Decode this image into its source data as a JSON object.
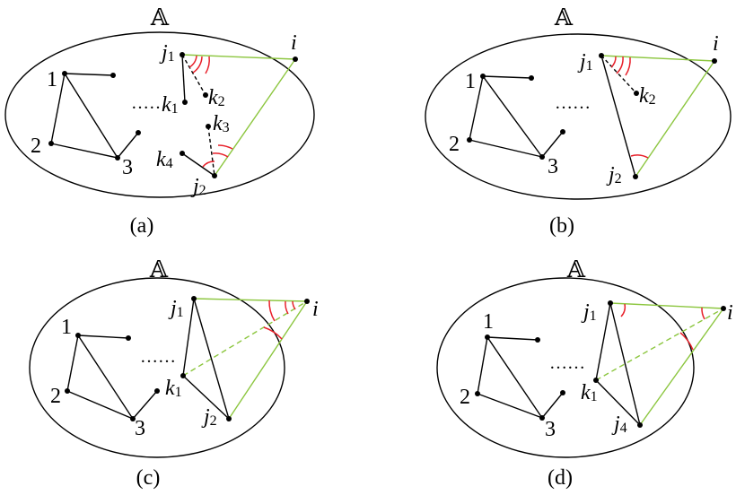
{
  "set_symbol": "𝔸",
  "dots": "……",
  "captions": {
    "a": "(a)",
    "b": "(b)",
    "c": "(c)",
    "d": "(d)"
  },
  "labels": {
    "one": "1",
    "two": "2",
    "three": "3",
    "i": "i",
    "j": "j",
    "k": "k",
    "sub1": "1",
    "sub2": "2",
    "sub3": "3",
    "sub4": "4"
  },
  "colors": {
    "line": "#000000",
    "edge_to_i": "#8cc63f",
    "angle_arc": "#e8202a"
  }
}
